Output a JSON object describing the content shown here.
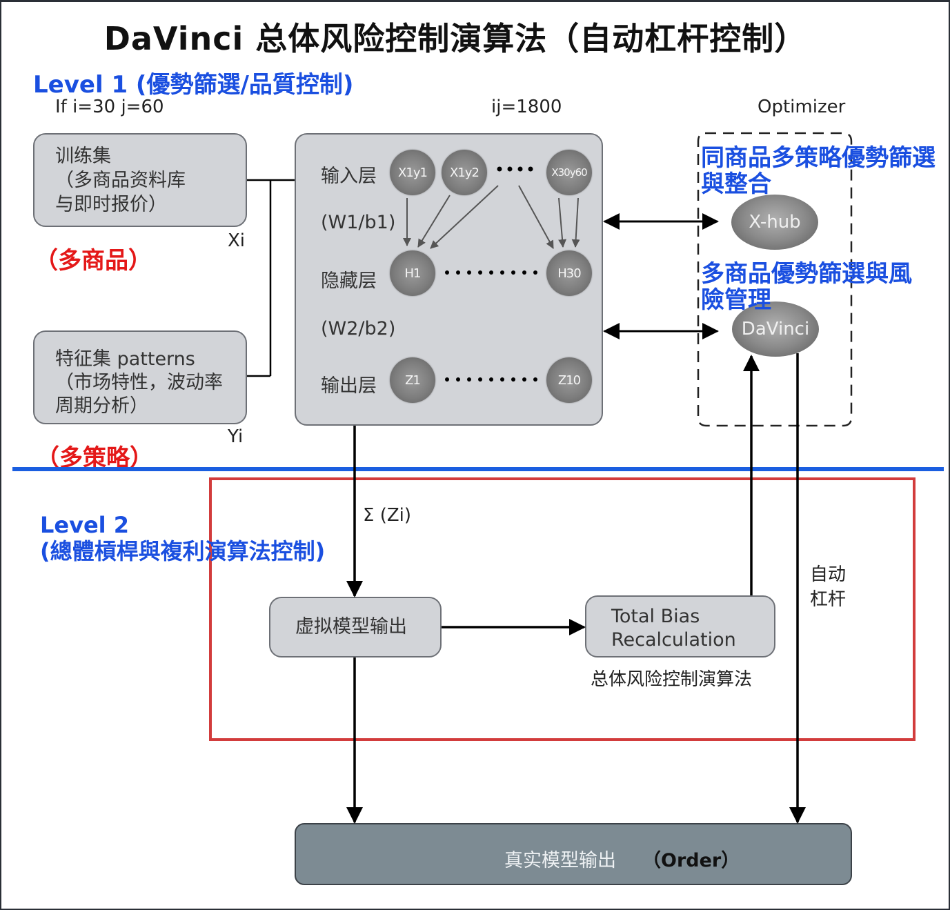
{
  "title": "DaVinci 总体风险控制演算法（自动杠杆控制）",
  "level1": {
    "title": "Level 1 (優勢篩選/品質控制)",
    "condition": "If i=30 j=60",
    "ij_label": "ij=1800",
    "optimizer_label": "Optimizer"
  },
  "training_set": {
    "lines": [
      "训练集",
      "（多商品资料库",
      "与即时报价）"
    ],
    "var_label": "Xi",
    "tag": "（多商品）"
  },
  "feature_set": {
    "lines": [
      "特征集 patterns",
      "（市场特性，波动率",
      "周期分析）"
    ],
    "var_label": "Yi",
    "tag": "（多策略）"
  },
  "neural_net": {
    "input_layer_label": "输入层",
    "weights1_label": "(W1/b1)",
    "hidden_layer_label": "隐藏层",
    "weights2_label": "(W2/b2)",
    "output_layer_label": "输出层",
    "input_nodes": [
      "X1y1",
      "X1y2",
      "X30y60"
    ],
    "hidden_nodes": [
      "H1",
      "H30"
    ],
    "output_nodes": [
      "Z1",
      "Z10"
    ]
  },
  "optimizer": {
    "xhub_note": "同商品多策略優勢篩選與整合",
    "xhub_label": "X-hub",
    "davinci_note": "多商品優勢篩選與風險管理",
    "davinci_label": "DaVinci"
  },
  "level2": {
    "title_line1": "Level 2",
    "title_line2": "(總體槓桿與複利演算法控制)",
    "sum_label": "Σ (Zi)",
    "virtual_output": "虚拟模型输出",
    "bias_line1": "Total Bias",
    "bias_line2": "Recalculation",
    "bias_caption": "总体风险控制演算法",
    "auto_leverage": [
      "自动",
      "杠杆"
    ]
  },
  "real_output": {
    "label": "真实模型输出",
    "order_label": "（Order）"
  },
  "colors": {
    "level_blue": "#1a4fe0",
    "tag_red": "#e41818",
    "level2_frame_red": "#d23c3c",
    "divider_blue": "#1a5ee0",
    "box_gray": "#d2d4d8",
    "order_box": "#7d8b93"
  }
}
